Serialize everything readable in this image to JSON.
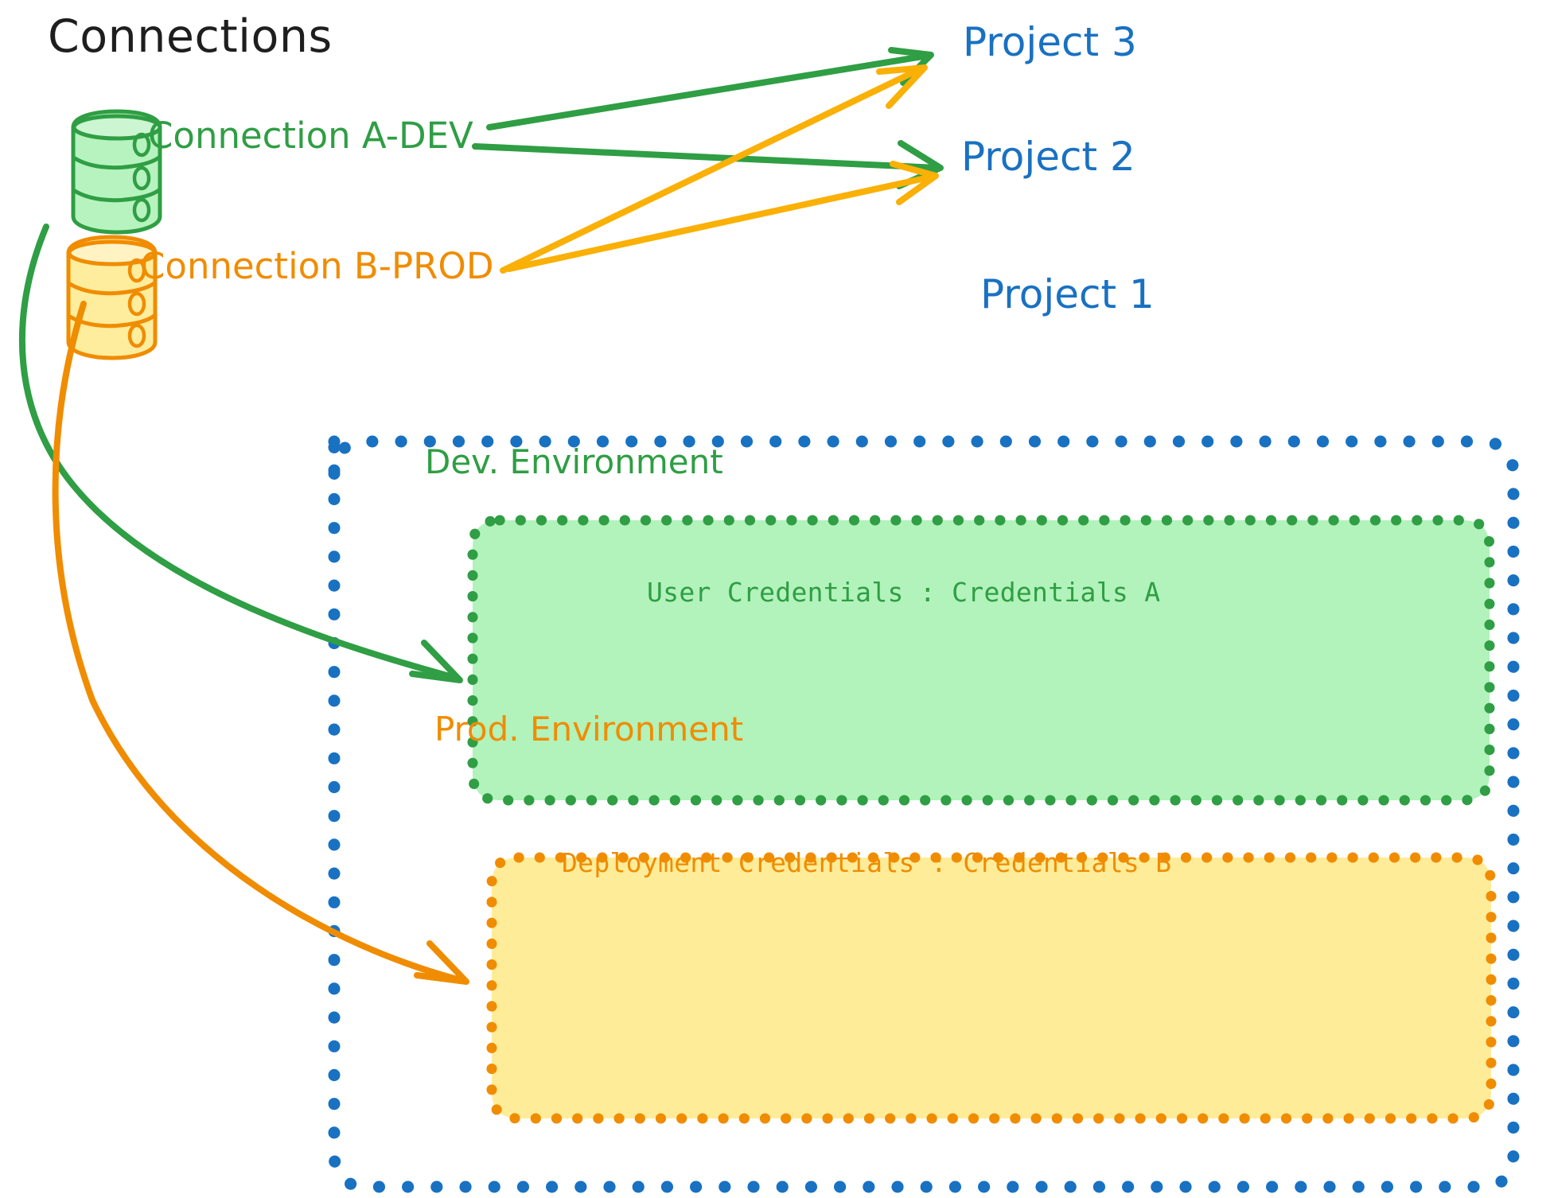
{
  "diagram": {
    "title": "Connections",
    "colors": {
      "green_stroke": "#2f9e44",
      "green_fill": "#b2f2bb",
      "orange_stroke": "#f08c00",
      "orange_fill": "#ffec99",
      "blue": "#1971c2",
      "black": "#1e1e1e",
      "background": "#ffffff"
    },
    "connections": [
      {
        "name": "connection-a-dev",
        "label": "Connection A-DEV",
        "icon": "database-icon",
        "color": "#2f9e44"
      },
      {
        "name": "connection-b-prod",
        "label": "Connection B-PROD",
        "icon": "database-icon",
        "color": "#f08c00"
      }
    ],
    "projects": [
      {
        "name": "project-3",
        "label": "Project 3"
      },
      {
        "name": "project-2",
        "label": "Project 2"
      },
      {
        "name": "project-1",
        "label": "Project 1"
      }
    ],
    "project1": {
      "label": "Project 1",
      "environments": [
        {
          "name": "dev-environment",
          "title": "Dev. Environment",
          "credentials_label": "User Credentials",
          "credentials_separator": ":",
          "credentials_value": "Credentials A",
          "credentials_line": "User Credentials : Credentials A",
          "color": "#2f9e44",
          "fill": "#b2f2bb"
        },
        {
          "name": "prod-environment",
          "title": "Prod. Environment",
          "credentials_label": "Deployment Credentials",
          "credentials_separator": ":",
          "credentials_value": "Credentials B",
          "credentials_line": "Deployment Credentials : Credentials B",
          "color": "#f08c00",
          "fill": "#ffec99"
        }
      ]
    },
    "edges": [
      {
        "name": "edge-a-dev-to-project-3",
        "from": "Connection A-DEV",
        "to": "Project 3",
        "color": "#2f9e44"
      },
      {
        "name": "edge-a-dev-to-project-2",
        "from": "Connection A-DEV",
        "to": "Project 2",
        "color": "#2f9e44"
      },
      {
        "name": "edge-b-prod-to-project-3",
        "from": "Connection B-PROD",
        "to": "Project 3",
        "color": "#f0a80c"
      },
      {
        "name": "edge-b-prod-to-project-2",
        "from": "Connection B-PROD",
        "to": "Project 2",
        "color": "#f0a80c"
      },
      {
        "name": "edge-a-dev-to-dev-environment",
        "from": "Connection A-DEV",
        "to": "Dev. Environment",
        "color": "#2f9e44"
      },
      {
        "name": "edge-b-prod-to-prod-environment",
        "from": "Connection B-PROD",
        "to": "Prod. Environment",
        "color": "#f08c00"
      }
    ]
  }
}
